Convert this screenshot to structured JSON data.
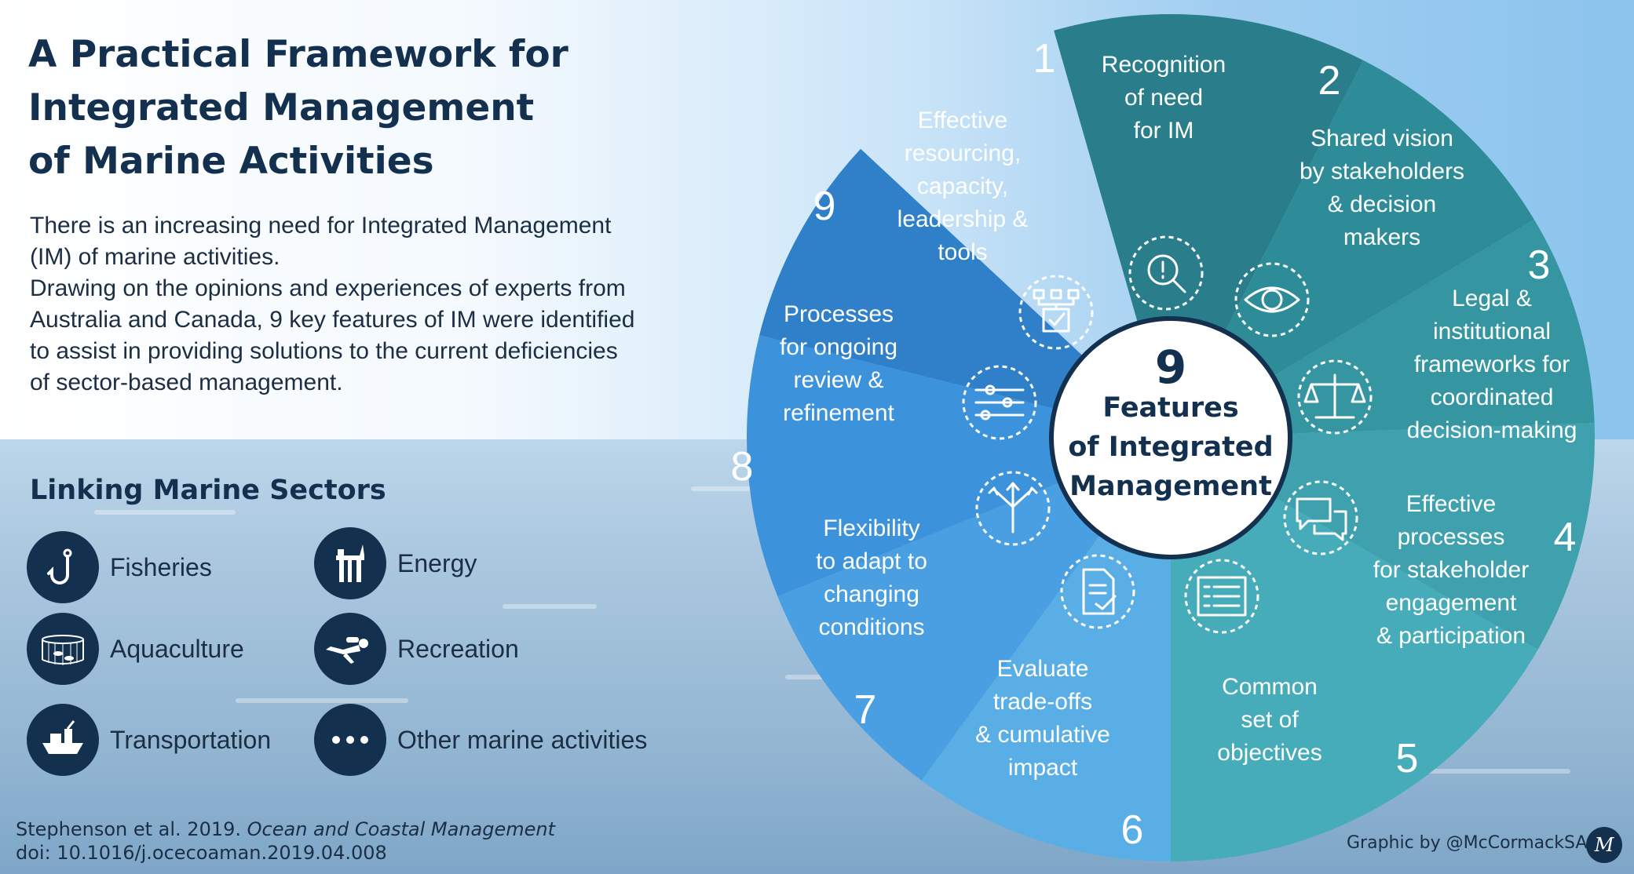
{
  "title_lines": [
    "A Practical Framework for",
    "Integrated Management",
    "of Marine Activities"
  ],
  "intro": {
    "p1": "There is an increasing need for Integrated Management (IM) of marine activities.",
    "p2": "Drawing on the opinions and experiences of experts from Australia and Canada, 9 key features of IM were identified to assist in providing solutions to the current deficiencies of sector-based management."
  },
  "sectors": {
    "heading": "Linking Marine Sectors",
    "items": [
      {
        "label": "Fisheries",
        "icon": "fish-hook-icon"
      },
      {
        "label": "Energy",
        "icon": "oil-platform-icon"
      },
      {
        "label": "Aquaculture",
        "icon": "fish-cage-icon"
      },
      {
        "label": "Recreation",
        "icon": "scuba-diver-icon"
      },
      {
        "label": "Transportation",
        "icon": "cargo-ship-icon"
      },
      {
        "label": "Other marine activities",
        "icon": "more-dots-icon"
      }
    ]
  },
  "center": {
    "number": "9",
    "lines": [
      "Features",
      "of Integrated",
      "Management"
    ]
  },
  "features": [
    {
      "number": "1",
      "lines": [
        "Recognition",
        "of need",
        "for IM"
      ],
      "icon": "magnifier-alert-icon",
      "color": "#2a7e8c"
    },
    {
      "number": "2",
      "lines": [
        "Shared vision",
        "by stakeholders",
        "& decision",
        "makers"
      ],
      "icon": "eye-chart-icon",
      "color": "#2d8c98"
    },
    {
      "number": "3",
      "lines": [
        "Legal &",
        "institutional",
        "frameworks for",
        "coordinated",
        "decision-making"
      ],
      "icon": "scales-icon",
      "color": "#3596a2"
    },
    {
      "number": "4",
      "lines": [
        "Effective",
        "processes",
        "for stakeholder",
        "engagement",
        "& participation"
      ],
      "icon": "chat-bubbles-icon",
      "color": "#3fa1ae"
    },
    {
      "number": "5",
      "lines": [
        "Common",
        "set of",
        "objectives"
      ],
      "icon": "checklist-icon",
      "color": "#47acb9"
    },
    {
      "number": "6",
      "lines": [
        "Evaluate",
        "trade-offs",
        "& cumulative",
        "impact"
      ],
      "icon": "document-check-icon",
      "color": "#5aaee6"
    },
    {
      "number": "7",
      "lines": [
        "Flexibility",
        "to adapt to",
        "changing",
        "conditions"
      ],
      "icon": "branching-arrows-icon",
      "color": "#4a9fe2"
    },
    {
      "number": "8",
      "lines": [
        "Processes",
        "for ongoing",
        "review &",
        "refinement"
      ],
      "icon": "sliders-icon",
      "color": "#3d92dc"
    },
    {
      "number": "9",
      "lines": [
        "Effective",
        "resourcing,",
        "capacity,",
        "leadership &",
        "tools"
      ],
      "icon": "org-chart-icon",
      "color": "#2f7fc9"
    }
  ],
  "citation": {
    "line1_plain": "Stephenson et al. 2019. ",
    "line1_italic": "Ocean and Coastal Management",
    "line2": "doi: 10.1016/j.ocecoaman.2019.04.008"
  },
  "credit": "Graphic by @McCormackSA",
  "monogram": "M"
}
